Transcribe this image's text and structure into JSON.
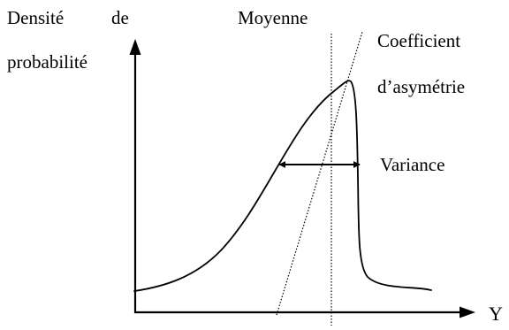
{
  "labels": {
    "density_word1": "Densité",
    "density_word2": "de",
    "density_line2": "probabilité",
    "mean": "Moyenne",
    "skew_line1": "Coefficient",
    "skew_line2": "d’asymétrie",
    "variance": "Variance",
    "x_axis": "Y"
  },
  "colors": {
    "ink": "#000000",
    "background": "#ffffff"
  }
}
